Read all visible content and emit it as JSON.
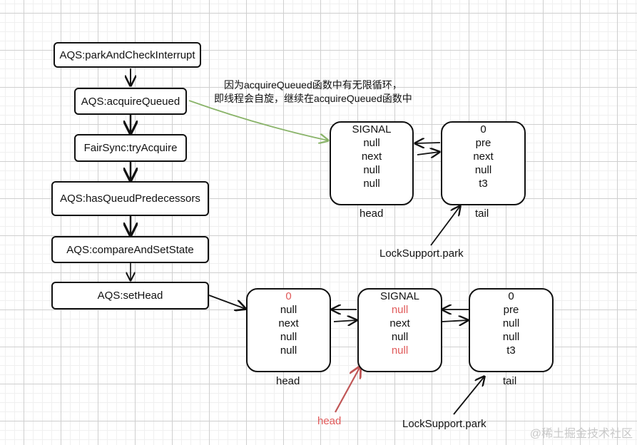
{
  "flow": [
    {
      "id": "park",
      "label": "AQS:parkAndCheckInterrupt"
    },
    {
      "id": "acquireQueued",
      "label": "AQS:acquireQueued"
    },
    {
      "id": "tryAcquire",
      "label": "FairSync:tryAcquire"
    },
    {
      "id": "hasQueued",
      "label": "AQS:hasQueudPredecessors"
    },
    {
      "id": "cas",
      "label": "AQS:compareAndSetState"
    },
    {
      "id": "setHead",
      "label": "AQS:setHead"
    }
  ],
  "note": {
    "line1": "因为acquireQueued函数中有无限循环，",
    "line2": "即线程会自旋，继续在acquireQueued函数中"
  },
  "top_queue": {
    "nodes": [
      {
        "fields": [
          {
            "text": "SIGNAL"
          },
          {
            "text": "null"
          },
          {
            "text": "next"
          },
          {
            "text": "null"
          },
          {
            "text": "null"
          }
        ],
        "caption": "head"
      },
      {
        "fields": [
          {
            "text": "0"
          },
          {
            "text": "pre"
          },
          {
            "text": "next"
          },
          {
            "text": "null"
          },
          {
            "text": "t3"
          }
        ],
        "caption": "tail"
      }
    ],
    "pointer_label": "LockSupport.park"
  },
  "bottom_queue": {
    "nodes": [
      {
        "fields": [
          {
            "text": "0",
            "highlight": true
          },
          {
            "text": "null"
          },
          {
            "text": "next"
          },
          {
            "text": "null"
          },
          {
            "text": "null"
          }
        ],
        "caption": "head"
      },
      {
        "fields": [
          {
            "text": "SIGNAL"
          },
          {
            "text": "null",
            "highlight": true
          },
          {
            "text": "next"
          },
          {
            "text": "null"
          },
          {
            "text": "null",
            "highlight": true
          }
        ],
        "caption": ""
      },
      {
        "fields": [
          {
            "text": "0"
          },
          {
            "text": "pre"
          },
          {
            "text": "null"
          },
          {
            "text": "null"
          },
          {
            "text": "t3"
          }
        ],
        "caption": "tail"
      }
    ],
    "new_head_label": "head",
    "pointer_label": "LockSupport.park"
  },
  "colors": {
    "highlight": "#e05a5a",
    "note_arrow": "#8ab46a",
    "head_arrow": "#c05656"
  },
  "watermark": "@稀土掘金技术社区"
}
